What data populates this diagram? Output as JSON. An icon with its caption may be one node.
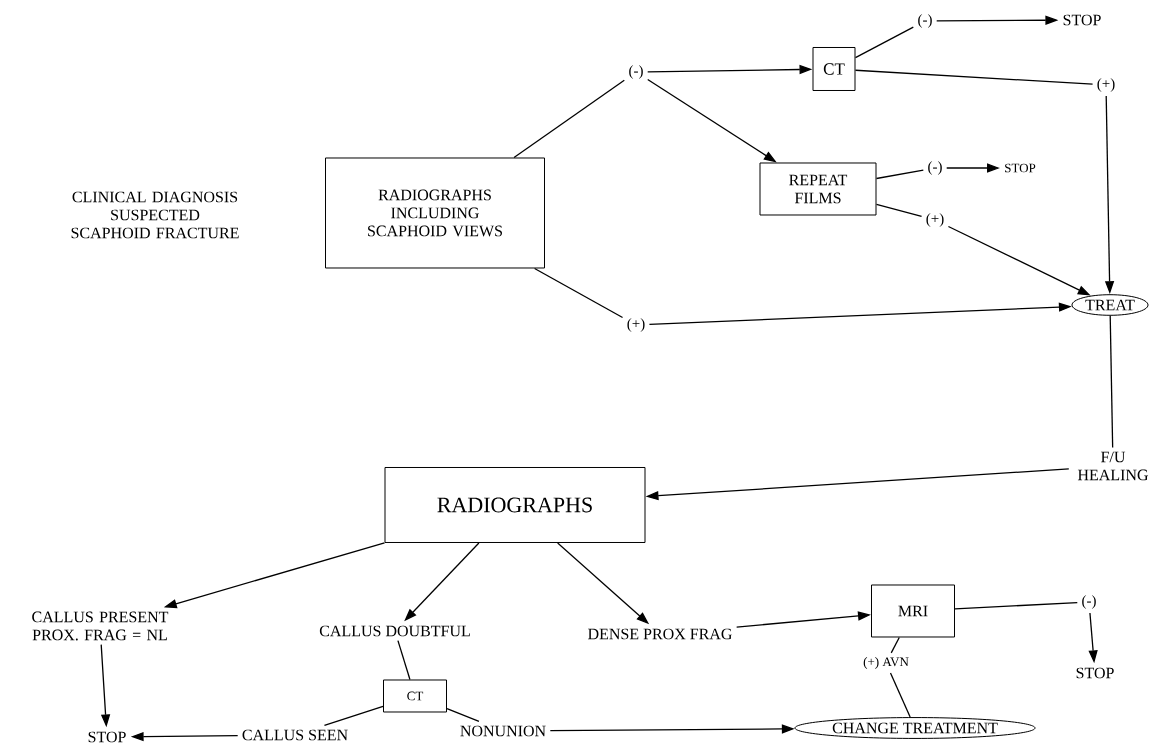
{
  "diagram": {
    "nodes": [
      {
        "text": [
          "RADIOGRAPHS INCLUDING SCAPHOID VIEWS"
        ]
      },
      {
        "text": [
          "(-)"
        ]
      },
      {
        "text": [
          "(+)"
        ]
      },
      {
        "text": [
          "CT"
        ]
      },
      {
        "text": [
          "(-)"
        ]
      },
      {
        "text": [
          "STOP"
        ]
      },
      {
        "text": [
          "(+)"
        ]
      },
      {
        "text": [
          "REPEAT FILMS"
        ]
      },
      {
        "text": [
          "(-)"
        ]
      },
      {
        "text": [
          "STOP"
        ]
      },
      {
        "text": [
          "(+)"
        ]
      },
      {
        "text": [
          "TREAT"
        ]
      },
      {
        "text": [
          "F/U HEALING"
        ]
      },
      {
        "text": [
          "RADIOGRAPHS"
        ]
      },
      {
        "text": [
          "CALLUS PRESENT PROX. FRAG = NL"
        ]
      },
      {
        "text": [
          "CALLUS DOUBTFUL"
        ]
      },
      {
        "text": [
          "DENSE PROX FRAG"
        ]
      },
      {
        "text": [
          "MRI"
        ]
      },
      {
        "text": [
          "(-)"
        ]
      },
      {
        "text": [
          "STOP"
        ]
      },
      {
        "text": [
          "STOP"
        ]
      },
      {
        "text": [
          "CT"
        ]
      },
      {
        "text": [
          "CALLUS SEEN"
        ]
      },
      {
        "text": [
          "NONUNION"
        ]
      },
      {
        "text": [
          "(+) AVN"
        ]
      },
      {
        "text": [
          "CHANGE TREATMENT"
        ]
      }
    ],
    "edges": [
      {
        "from": 0,
        "to": 1,
        "arrow": "none"
      },
      {
        "from": 0,
        "to": 2,
        "arrow": "none"
      },
      {
        "from": 1,
        "to": 3,
        "arrow": "to"
      },
      {
        "from": 1,
        "to": 7,
        "arrow": "to"
      },
      {
        "from": 3,
        "to": 4,
        "arrow": "none"
      },
      {
        "from": 4,
        "to": 5,
        "arrow": "to"
      },
      {
        "from": 3,
        "to": 6,
        "arrow": "none"
      },
      {
        "from": 6,
        "to": 11,
        "arrow": "to"
      },
      {
        "from": 7,
        "to": 8,
        "arrow": "none"
      },
      {
        "from": 8,
        "to": 9,
        "arrow": "to"
      },
      {
        "from": 7,
        "to": 10,
        "arrow": "none"
      },
      {
        "from": 10,
        "to": 11,
        "arrow": "to"
      },
      {
        "from": 2,
        "to": 11,
        "arrow": "to"
      },
      {
        "from": 11,
        "to": 12,
        "arrow": "none"
      },
      {
        "from": 12,
        "to": 13,
        "arrow": "to"
      },
      {
        "from": 13,
        "to": 14,
        "arrow": "to"
      },
      {
        "from": 13,
        "to": 15,
        "arrow": "to"
      },
      {
        "from": 13,
        "to": 16,
        "arrow": "to"
      },
      {
        "from": 16,
        "to": 17,
        "arrow": "to"
      },
      {
        "from": 17,
        "to": 18,
        "arrow": "none"
      },
      {
        "from": 18,
        "to": 19,
        "arrow": "to"
      },
      {
        "from": 17,
        "to": 24,
        "arrow": "none"
      },
      {
        "from": 24,
        "to": 25,
        "arrow": "none"
      },
      {
        "from": 14,
        "to": 20,
        "arrow": "to"
      },
      {
        "from": 15,
        "to": 21,
        "arrow": "none"
      },
      {
        "from": 21,
        "to": 22,
        "arrow": "none"
      },
      {
        "from": 22,
        "to": 20,
        "arrow": "to"
      },
      {
        "from": 21,
        "to": 23,
        "arrow": "none"
      },
      {
        "from": 23,
        "to": 25,
        "arrow": "to"
      }
    ],
    "labels": [
      "CLINICAL DIAGNOSIS SUSPECTED SCAPHOID FRACTURE"
    ]
  }
}
